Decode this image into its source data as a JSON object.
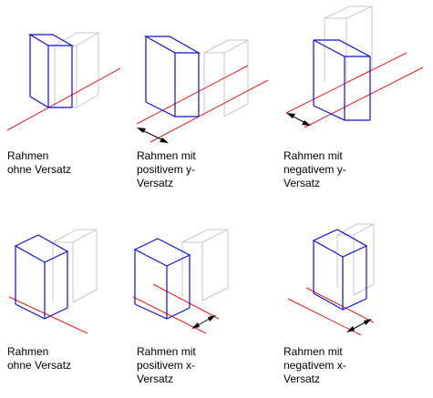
{
  "colors": {
    "background": "#ffffff",
    "frame": "#1010cc",
    "offset_frame": "#c8c8c8",
    "axis_line": "#e02020",
    "dimension": "#000000"
  },
  "panels": [
    {
      "id": "p1",
      "lines": [
        "Rahmen",
        "ohne Versatz"
      ],
      "dimension": "none"
    },
    {
      "id": "p2",
      "lines": [
        "Rahmen mit",
        "positivem y-",
        "Versatz"
      ],
      "dimension": "y"
    },
    {
      "id": "p3",
      "lines": [
        "Rahmen mit",
        "negativem y-",
        "Versatz"
      ],
      "dimension": "y"
    },
    {
      "id": "p4",
      "lines": [
        "Rahmen",
        "ohne Versatz"
      ],
      "dimension": "none"
    },
    {
      "id": "p5",
      "lines": [
        "Rahmen mit",
        "positivem x-",
        "Versatz"
      ],
      "dimension": "x"
    },
    {
      "id": "p6",
      "lines": [
        "Rahmen mit",
        "negativem x-",
        "Versatz"
      ],
      "dimension": "x"
    }
  ]
}
